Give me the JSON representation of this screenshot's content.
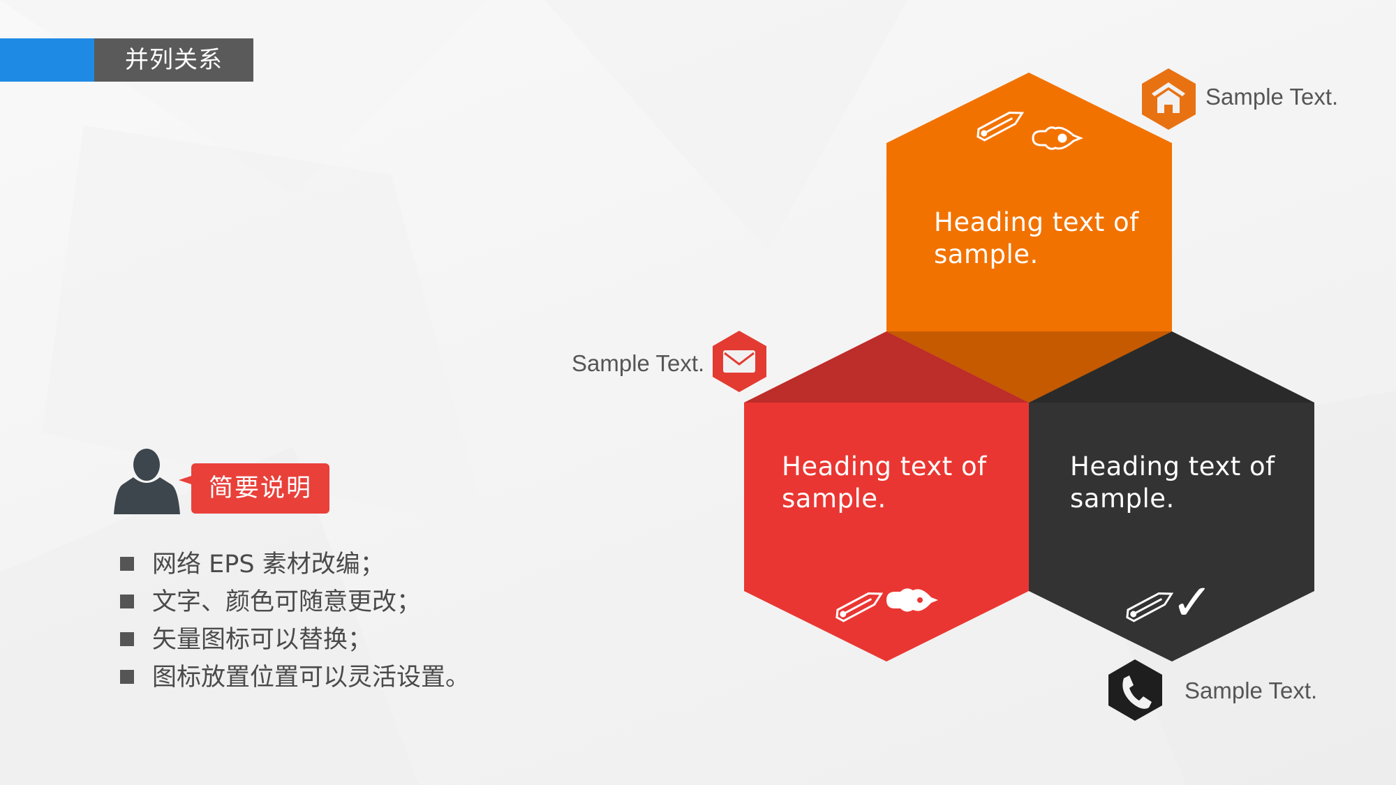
{
  "header": {
    "title": "并列关系",
    "accent_color": "#1e8ae3",
    "title_bg": "#5a5a5a"
  },
  "hexagons": [
    {
      "id": "top",
      "color": "#f27200",
      "heading": "Heading text of\nsample.",
      "icons": [
        "pencil-icon",
        "pen-nib-icon"
      ]
    },
    {
      "id": "left",
      "color": "#ea3632",
      "heading": "Heading text of\nsample.",
      "icons": [
        "pencil-icon",
        "pen-nib-icon"
      ]
    },
    {
      "id": "right",
      "color": "#333333",
      "heading": "Heading text of\nsample.",
      "icons": [
        "pencil-icon",
        "checkmark-icon"
      ]
    }
  ],
  "callouts": [
    {
      "icon": "home-icon",
      "color": "#e87112",
      "text": "Sample Text."
    },
    {
      "icon": "mail-icon",
      "color": "#e33b32",
      "text": "Sample Text."
    },
    {
      "icon": "phone-icon",
      "color": "#1e1e1e",
      "text": "Sample Text."
    }
  ],
  "summary": {
    "label": "简要说明",
    "label_color": "#e9403a",
    "bullets": [
      "网络 EPS 素材改编；",
      "文字、颜色可随意更改；",
      "矢量图标可以替换；",
      "图标放置位置可以灵活设置。"
    ]
  }
}
